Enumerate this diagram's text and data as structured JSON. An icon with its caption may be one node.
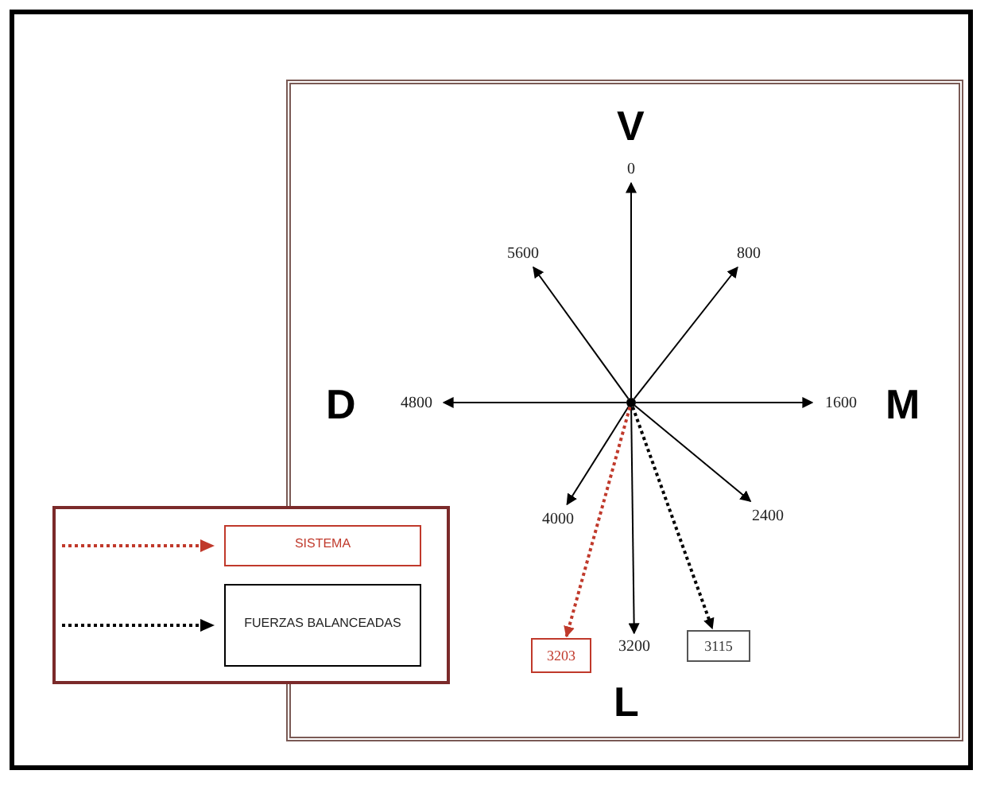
{
  "diagram": {
    "nodes": [
      {
        "text": [],
        "shape": "circle"
      },
      {
        "text": [
          "0"
        ]
      },
      {
        "text": [
          "800"
        ]
      },
      {
        "text": [
          "1600"
        ]
      },
      {
        "text": [
          "2400"
        ]
      },
      {
        "text": [
          "3200"
        ]
      },
      {
        "text": [
          "4000"
        ]
      },
      {
        "text": [
          "4800"
        ]
      },
      {
        "text": [
          "5600"
        ]
      },
      {
        "text": [
          "3203"
        ]
      },
      {
        "text": [
          "3115"
        ]
      }
    ],
    "edges": [
      {
        "from": 0,
        "to": 1,
        "arrow": "to"
      },
      {
        "from": 0,
        "to": 2,
        "arrow": "to"
      },
      {
        "from": 0,
        "to": 3,
        "arrow": "to"
      },
      {
        "from": 0,
        "to": 4,
        "arrow": "to"
      },
      {
        "from": 0,
        "to": 5,
        "arrow": "to"
      },
      {
        "from": 0,
        "to": 6,
        "arrow": "to"
      },
      {
        "from": 0,
        "to": 7,
        "arrow": "to"
      },
      {
        "from": 0,
        "to": 8,
        "arrow": "to"
      },
      {
        "from": 0,
        "to": 9,
        "arrow": "to",
        "style": "dashed",
        "color": "#c0392b"
      },
      {
        "from": 0,
        "to": 10,
        "arrow": "to",
        "style": "dashed"
      }
    ],
    "labels": [
      "V",
      "D",
      "M",
      "L"
    ],
    "legend": [
      {
        "text": "SISTEMA"
      },
      {
        "text": "FUERZAS BALANCEADAS"
      }
    ]
  }
}
